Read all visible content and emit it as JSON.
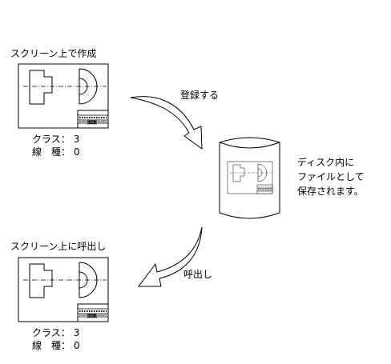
{
  "top_caption": "スクリーン上で作成",
  "register_label": "登録する",
  "disk_caption_lines": [
    "ディスク内に",
    "ファイルとして",
    "保存されます。"
  ],
  "bottom_caption": "スクリーン上に呼出し",
  "recall_label": "呼出し",
  "title_block_text": "図面",
  "attr_class_label": "クラス：",
  "attr_class_value": "3",
  "attr_linetype_label": "線　種：",
  "attr_linetype_value": "0"
}
